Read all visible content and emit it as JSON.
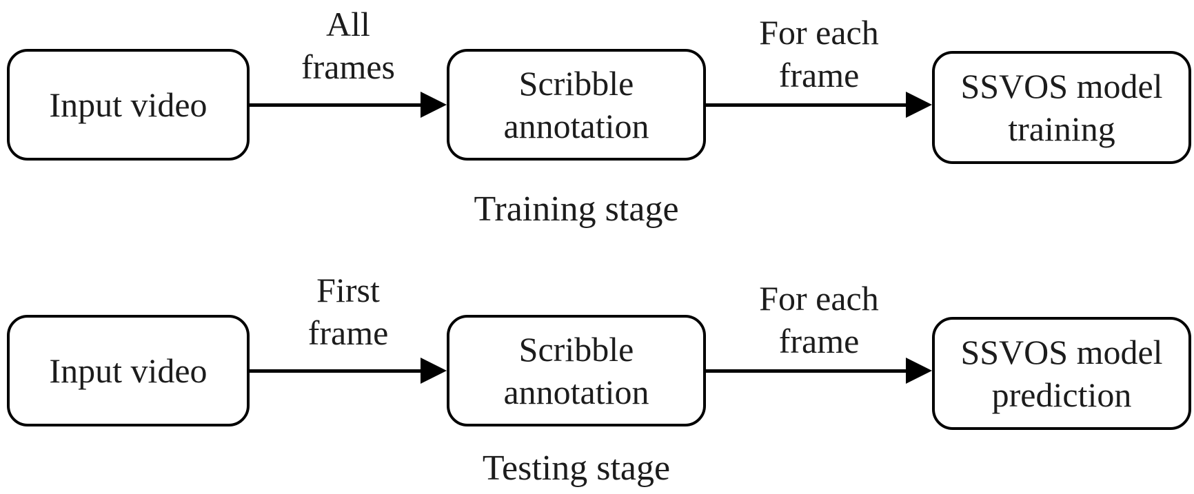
{
  "stage_training": {
    "caption": "Training stage",
    "node_input": "Input video",
    "node_scribble": "Scribble annotation",
    "node_model": "SSVOS model training",
    "arrow1": {
      "line1": "All",
      "line2": "frames"
    },
    "arrow2": {
      "line1": "For each",
      "line2": "frame"
    }
  },
  "stage_testing": {
    "caption": "Testing stage",
    "node_input": "Input video",
    "node_scribble": "Scribble annotation",
    "node_model": "SSVOS model prediction",
    "arrow1": {
      "line1": "First",
      "line2": "frame"
    },
    "arrow2": {
      "line1": "For each",
      "line2": "frame"
    }
  },
  "colors": {
    "stroke": "#000000",
    "text": "#1c1c1c",
    "background": "#ffffff"
  }
}
